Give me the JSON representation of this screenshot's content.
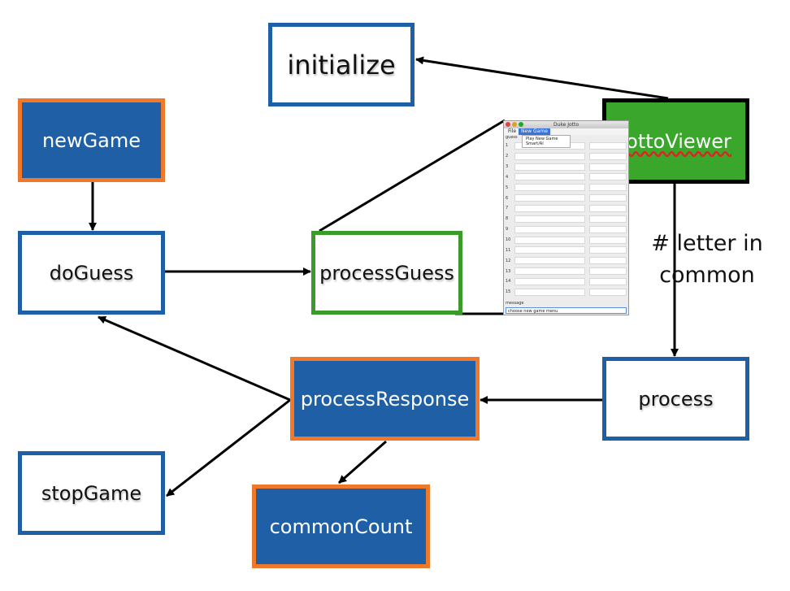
{
  "nodes": {
    "initialize": "initialize",
    "newGame": "newGame",
    "doGuess": "doGuess",
    "processGuess": "processGuess",
    "jottoViewer": "JottoViewer",
    "process": "process",
    "processResponse": "processResponse",
    "stopGame": "stopGame",
    "commonCount": "commonCount"
  },
  "edge_label": {
    "line1": "# letter in",
    "line2": "common"
  },
  "app": {
    "window_title": "Duke Jotto",
    "menu": [
      "File",
      "New Game"
    ],
    "dropdown_items": [
      "Play New Game",
      "Smart/AI"
    ],
    "guess_label": "guess",
    "row_numbers": [
      "1",
      "2",
      "3",
      "4",
      "5",
      "6",
      "7",
      "8",
      "9",
      "10",
      "11",
      "12",
      "13",
      "14",
      "15"
    ],
    "message_label": "message",
    "message_text": "choose new game menu"
  },
  "colors": {
    "box_blue": "#1f5fa5",
    "border_orange": "#f0782a",
    "border_green": "#3a9b2a",
    "fill_green": "#3aa62c"
  }
}
